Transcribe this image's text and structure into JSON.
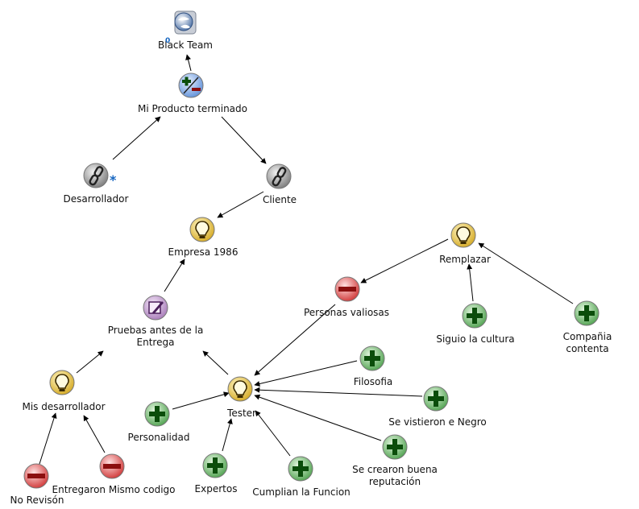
{
  "nodes": [
    {
      "id": "black-team",
      "icon": "map-root-icon",
      "label": "Black Team",
      "badge": "0"
    },
    {
      "id": "mi-producto",
      "icon": "pro-con-icon",
      "label": "Mi Producto terminado"
    },
    {
      "id": "desarrollador",
      "icon": "chain-link-icon",
      "label": "Desarrollador",
      "badge": "*"
    },
    {
      "id": "cliente",
      "icon": "chain-link-icon",
      "label": "Cliente"
    },
    {
      "id": "empresa",
      "icon": "lightbulb-idea-icon",
      "label": "Empresa 1986"
    },
    {
      "id": "pruebas",
      "icon": "note-pencil-icon",
      "label": "Pruebas antes de la\nEntrega"
    },
    {
      "id": "mis-desarrollador",
      "icon": "lightbulb-idea-icon",
      "label": "Mis desarrollador"
    },
    {
      "id": "no-revision",
      "icon": "minus-con-icon",
      "label": "No Revisón"
    },
    {
      "id": "entregaron",
      "icon": "minus-con-icon",
      "label": "Entregaron Mismo codigo"
    },
    {
      "id": "tester",
      "icon": "lightbulb-idea-icon",
      "label": "Tester"
    },
    {
      "id": "personalidad",
      "icon": "plus-pro-icon",
      "label": "Personalidad"
    },
    {
      "id": "expertos",
      "icon": "plus-pro-icon",
      "label": "Expertos"
    },
    {
      "id": "cumplian",
      "icon": "plus-pro-icon",
      "label": "Cumplian la Funcion"
    },
    {
      "id": "filosofia",
      "icon": "plus-pro-icon",
      "label": "Filosofia"
    },
    {
      "id": "vistieron",
      "icon": "plus-pro-icon",
      "label": "Se vistieron e Negro"
    },
    {
      "id": "crearon",
      "icon": "plus-pro-icon",
      "label": "Se crearon buena\nreputación"
    },
    {
      "id": "personas",
      "icon": "minus-con-icon",
      "label": "Personas valiosas"
    },
    {
      "id": "remplazar",
      "icon": "lightbulb-idea-icon",
      "label": "Remplazar"
    },
    {
      "id": "siguio",
      "icon": "plus-pro-icon",
      "label": "Siguio la cultura"
    },
    {
      "id": "compania",
      "icon": "plus-pro-icon",
      "label": "Compañia contenta"
    }
  ],
  "edges": [
    {
      "from": "mi-producto",
      "to": "black-team"
    },
    {
      "from": "desarrollador",
      "to": "mi-producto"
    },
    {
      "from": "mi-producto",
      "to": "cliente"
    },
    {
      "from": "cliente",
      "to": "empresa"
    },
    {
      "from": "pruebas",
      "to": "empresa"
    },
    {
      "from": "mis-desarrollador",
      "to": "pruebas"
    },
    {
      "from": "no-revision",
      "to": "mis-desarrollador"
    },
    {
      "from": "entregaron",
      "to": "mis-desarrollador"
    },
    {
      "from": "tester",
      "to": "pruebas"
    },
    {
      "from": "personalidad",
      "to": "tester"
    },
    {
      "from": "expertos",
      "to": "tester"
    },
    {
      "from": "cumplian",
      "to": "tester"
    },
    {
      "from": "filosofia",
      "to": "tester"
    },
    {
      "from": "vistieron",
      "to": "tester"
    },
    {
      "from": "crearon",
      "to": "tester"
    },
    {
      "from": "personas",
      "to": "tester"
    },
    {
      "from": "remplazar",
      "to": "personas"
    },
    {
      "from": "siguio",
      "to": "remplazar"
    },
    {
      "from": "compania",
      "to": "remplazar"
    }
  ],
  "colors": {
    "edge": "#000000",
    "idea_fill": "#e8c84a",
    "pro_fill": "#7cc47c",
    "pro_sign": "#0b4d0b",
    "con_fill": "#e86a6a",
    "con_sign": "#8b0f0f",
    "link_fill": "#9a9a9a",
    "note_fill": "#c9a3d6",
    "procon_fill": "#8fb8ee",
    "badge": "#1565c0"
  }
}
